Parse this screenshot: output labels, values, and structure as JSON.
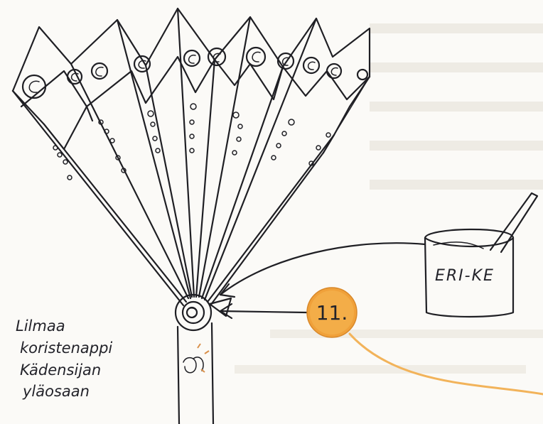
{
  "annotation": {
    "lines": [
      "Lilmaa",
      "koristenappi",
      "Kädensijan",
      "yläosaan"
    ]
  },
  "glue_pot": {
    "label": "ERI-KE"
  },
  "step_badge": {
    "number": "11.",
    "color": "#f0a13a",
    "line_color": "#f2b35a"
  },
  "ink_color": "#1f1f24"
}
